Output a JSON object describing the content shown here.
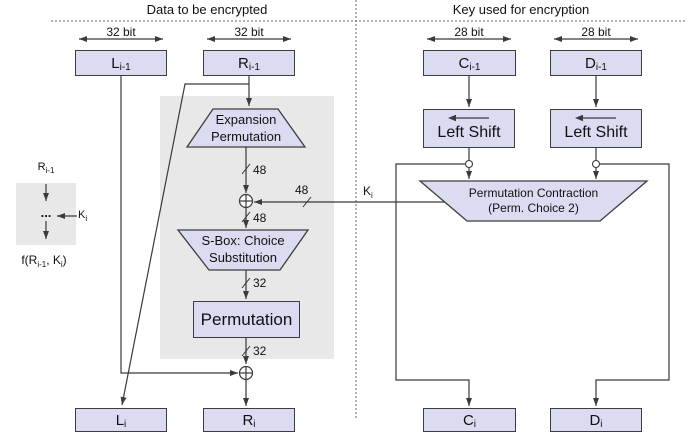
{
  "headers": {
    "data": "Data to be encrypted",
    "key": "Key used for encryption"
  },
  "bit_widths": {
    "l": "32 bit",
    "r": "32 bit",
    "c": "28 bit",
    "d": "28 bit"
  },
  "registers": {
    "l_prev": {
      "main": "L",
      "sub": "i-1"
    },
    "r_prev": {
      "main": "R",
      "sub": "i-1"
    },
    "c_prev": {
      "main": "C",
      "sub": "i-1"
    },
    "d_prev": {
      "main": "D",
      "sub": "i-1"
    },
    "l_next": {
      "main": "L",
      "sub": "i"
    },
    "r_next": {
      "main": "R",
      "sub": "i"
    },
    "c_next": {
      "main": "C",
      "sub": "i"
    },
    "d_next": {
      "main": "D",
      "sub": "i"
    }
  },
  "blocks": {
    "expansion_line1": "Expansion",
    "expansion_line2": "Permutation",
    "sbox_line1": "S-Box: Choice",
    "sbox_line2": "Substitution",
    "permutation": "Permutation",
    "left_shift_c": "Left Shift",
    "left_shift_d": "Left Shift",
    "contraction_line1": "Permutation Contraction",
    "contraction_line2": "(Perm. Choice 2)"
  },
  "bus_labels": {
    "expansion_out": "48",
    "key_in": "48",
    "xor_out": "48",
    "sbox_out": "32",
    "permutation_out": "32"
  },
  "key": {
    "main": "K",
    "sub": "i"
  },
  "mini": {
    "r_prev": {
      "main": "R",
      "sub": "i-1"
    },
    "dots": "...",
    "k": {
      "main": "K",
      "sub": "i"
    },
    "f": {
      "p1": "f(R",
      "s1": "i-1",
      "p2": ", K",
      "s2": "i",
      "p3": ")"
    }
  },
  "colors": {
    "box_fill": "#dbdbf2",
    "box_border": "#3d3d3d",
    "panel_fill": "#e8e8e8",
    "line": "#3a3a3a",
    "divider": "#666666",
    "background": "#ffffff"
  }
}
